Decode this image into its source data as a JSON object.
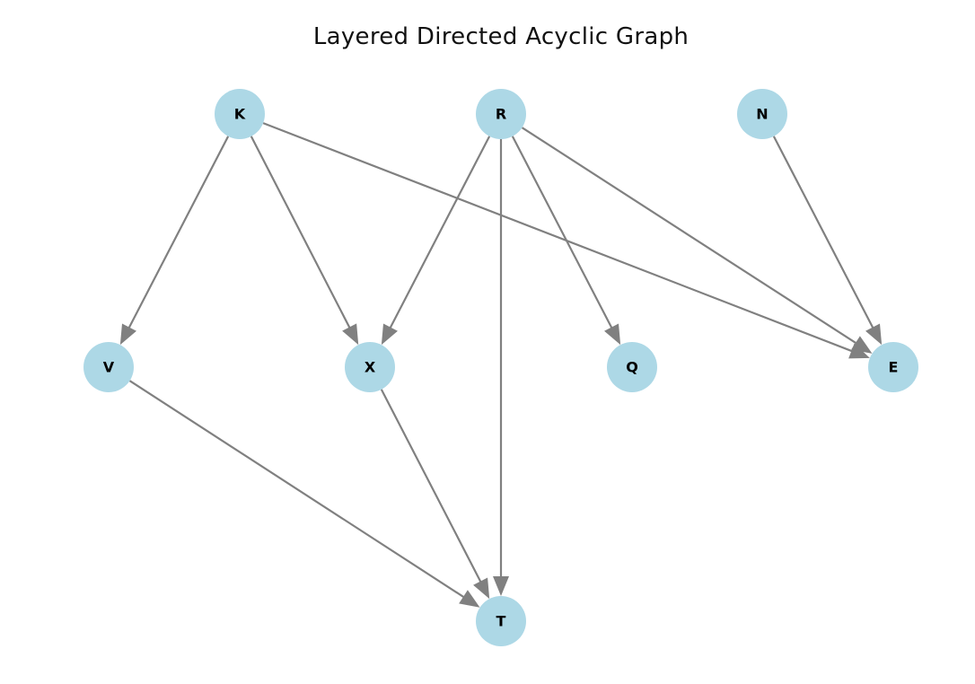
{
  "diagram": {
    "title": "Layered Directed Acyclic Graph",
    "colors": {
      "node_fill": "#add8e6",
      "edge": "#808080",
      "label": "#000000"
    },
    "nodes": [
      {
        "id": "K",
        "label": "K"
      },
      {
        "id": "R",
        "label": "R"
      },
      {
        "id": "N",
        "label": "N"
      },
      {
        "id": "V",
        "label": "V"
      },
      {
        "id": "X",
        "label": "X"
      },
      {
        "id": "Q",
        "label": "Q"
      },
      {
        "id": "E",
        "label": "E"
      },
      {
        "id": "T",
        "label": "T"
      }
    ],
    "edges": [
      {
        "from": "K",
        "to": "V"
      },
      {
        "from": "K",
        "to": "X"
      },
      {
        "from": "K",
        "to": "E"
      },
      {
        "from": "R",
        "to": "X"
      },
      {
        "from": "R",
        "to": "T"
      },
      {
        "from": "R",
        "to": "Q"
      },
      {
        "from": "R",
        "to": "E"
      },
      {
        "from": "N",
        "to": "E"
      },
      {
        "from": "V",
        "to": "T"
      },
      {
        "from": "X",
        "to": "T"
      }
    ]
  }
}
